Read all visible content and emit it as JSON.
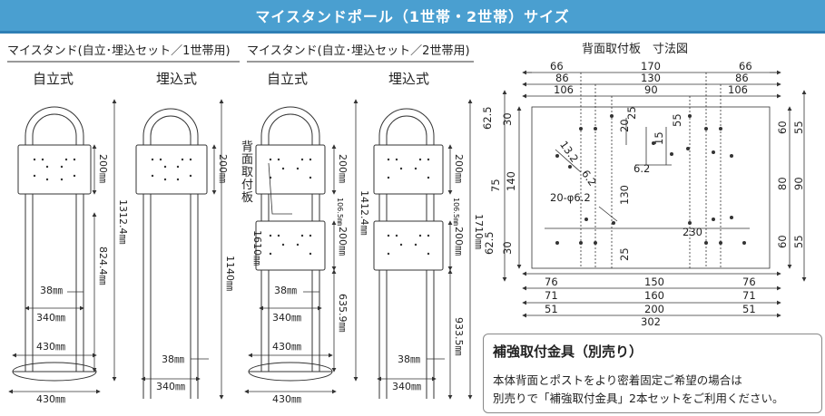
{
  "title": "マイスタンドポール（1世帯・2世帯）サイズ",
  "sections": {
    "single": "マイスタンド(自立･埋込セット／1世帯用)",
    "double": "マイスタンド(自立･埋込セット／2世帯用)",
    "plate": "背面取付板　寸法図"
  },
  "types": {
    "freestanding": "自立式",
    "embedded": "埋込式"
  },
  "plate_label": "背面取付板",
  "dims_single": {
    "panel_h": "200㎜",
    "height_free": "1312.4㎜",
    "embed_upper": "824.4㎜",
    "height_emb": "1140㎜",
    "pipe": "38㎜",
    "width": "340㎜",
    "base": "430㎜",
    "base2": "430㎜",
    "pipe2": "38㎜",
    "width2": "340㎜"
  },
  "dims_double": {
    "panel_h1": "200㎜",
    "gap": "106.5㎜",
    "panel_h2": "200㎜",
    "height_free": "1412.4㎜",
    "height_emb": "1610㎜",
    "height_total": "1710㎜",
    "lower": "635.9㎜",
    "embed_lower": "933.5㎜",
    "pipe": "38㎜",
    "width": "340㎜",
    "base": "430㎜",
    "base2": "430㎜",
    "pipe2": "38㎜",
    "width2": "340㎜",
    "panel_h3": "200㎜",
    "gap2": "106.5㎜",
    "panel_h4": "200㎜"
  },
  "plate_dims": {
    "top1": "66",
    "top2": "170",
    "top3": "66",
    "row2a": "86",
    "row2b": "130",
    "row2c": "86",
    "row3a": "106",
    "row3b": "90",
    "row3c": "106",
    "left_a": "62.5",
    "left_b": "30",
    "left_c": "75",
    "left_d": "140",
    "left_e": "62.5",
    "left_f": "30",
    "right_a": "60",
    "right_b": "55",
    "right_c": "80",
    "right_d": "90",
    "right_e": "60",
    "right_f": "55",
    "inner1": "20",
    "inner2": "25",
    "inner3": "55",
    "inner4": "15",
    "inner5": "6.2",
    "slot1": "13.2",
    "slot2": "6.2",
    "holes": "20-φ6.2",
    "mid130": "130",
    "mid230": "230",
    "mid25": "25",
    "bot1a": "76",
    "bot1b": "150",
    "bot1c": "76",
    "bot2a": "71",
    "bot2b": "160",
    "bot2c": "71",
    "bot3a": "51",
    "bot3b": "200",
    "bot3c": "51",
    "bot4": "302"
  },
  "note": {
    "title": "補強取付金具（別売り）",
    "line1": "本体背面とポストをより密着固定ご希望の場合は",
    "line2": "別売りで「補強取付金具」2本セットをご利用ください。"
  },
  "colors": {
    "banner": "#4a9fd0",
    "line": "#333333"
  }
}
